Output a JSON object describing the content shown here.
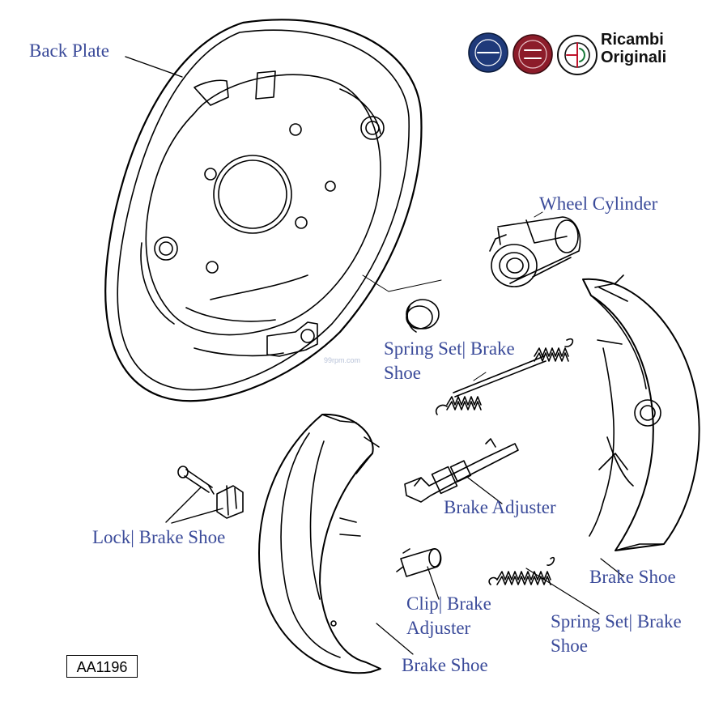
{
  "labels": {
    "back_plate": "Back Plate",
    "wheel_cylinder": "Wheel Cylinder",
    "spring_set_top_1": "Spring Set| Brake",
    "spring_set_top_2": "Shoe",
    "brake_adjuster": "Brake Adjuster",
    "lock_brake_shoe": "Lock| Brake Shoe",
    "brake_shoe_right": "Brake Shoe",
    "clip_1": "Clip| Brake",
    "clip_2": "Adjuster",
    "spring_set_bottom_1": "Spring Set| Brake",
    "spring_set_bottom_2": "Shoe",
    "brake_shoe_bottom": "Brake Shoe"
  },
  "brand": {
    "line1": "Ricambi",
    "line2": "Originali",
    "logos": [
      "lancia-logo",
      "fiat-logo",
      "alfa-romeo-logo"
    ]
  },
  "diagram_code": "AA1196",
  "watermark": "99rpm.com",
  "colors": {
    "label": "#3b4b9a",
    "line_art": "#000000"
  }
}
